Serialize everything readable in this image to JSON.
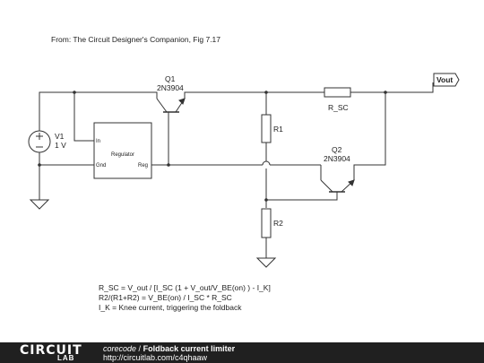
{
  "header": {
    "source_text": "From: The Circuit Designer's Companion, Fig 7.17"
  },
  "components": {
    "q1": {
      "name": "Q1",
      "part": "2N3904"
    },
    "q2": {
      "name": "Q2",
      "part": "2N3904"
    },
    "v1": {
      "name": "V1",
      "value": "1 V"
    },
    "r1": {
      "name": "R1"
    },
    "r2": {
      "name": "R2"
    },
    "rsc": {
      "name": "R_SC"
    },
    "regulator": {
      "name": "Regulator",
      "pin_in": "In",
      "pin_gnd": "Gnd",
      "pin_reg": "Reg"
    },
    "vout": {
      "label": "Vout"
    }
  },
  "equations": {
    "line1": "R_SC = V_out / [I_SC (1 + V_out/V_BE(on) ) - I_K]",
    "line2": "R2/(R1+R2) = V_BE(on) / I_SC * R_SC",
    "line3": "I_K = Knee current, triggering the foldback"
  },
  "footer": {
    "logo_word": "CIRCUIT",
    "logo_sub": "LAB",
    "user": "corecode",
    "separator": "/",
    "title": "Foldback current limiter",
    "url": "http://circuitlab.com/c4qhaaw"
  },
  "colors": {
    "wire": "#333333",
    "footer_bg": "#202020"
  }
}
